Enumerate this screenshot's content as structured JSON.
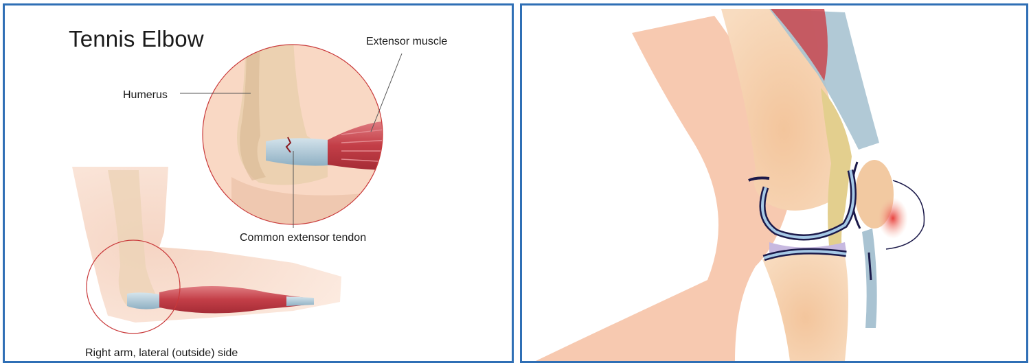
{
  "elbow_panel": {
    "title": "Tennis Elbow",
    "labels": {
      "humerus": "Humerus",
      "extensor_muscle": "Extensor muscle",
      "common_extensor_tendon": "Common extensor tendon"
    },
    "caption": "Right arm, lateral (outside) side"
  },
  "colors": {
    "panel_border": "#2f6fb5",
    "skin": "#f7c9b0",
    "bone": "#ecd1b1",
    "muscle": "#c9474f",
    "tendon": "#a9c3d2",
    "cartilage": "#a6c9e6",
    "joint_outline": "#1c1a4a",
    "inflammation": "#e8423f",
    "zoom_circle": "#c9393a"
  }
}
